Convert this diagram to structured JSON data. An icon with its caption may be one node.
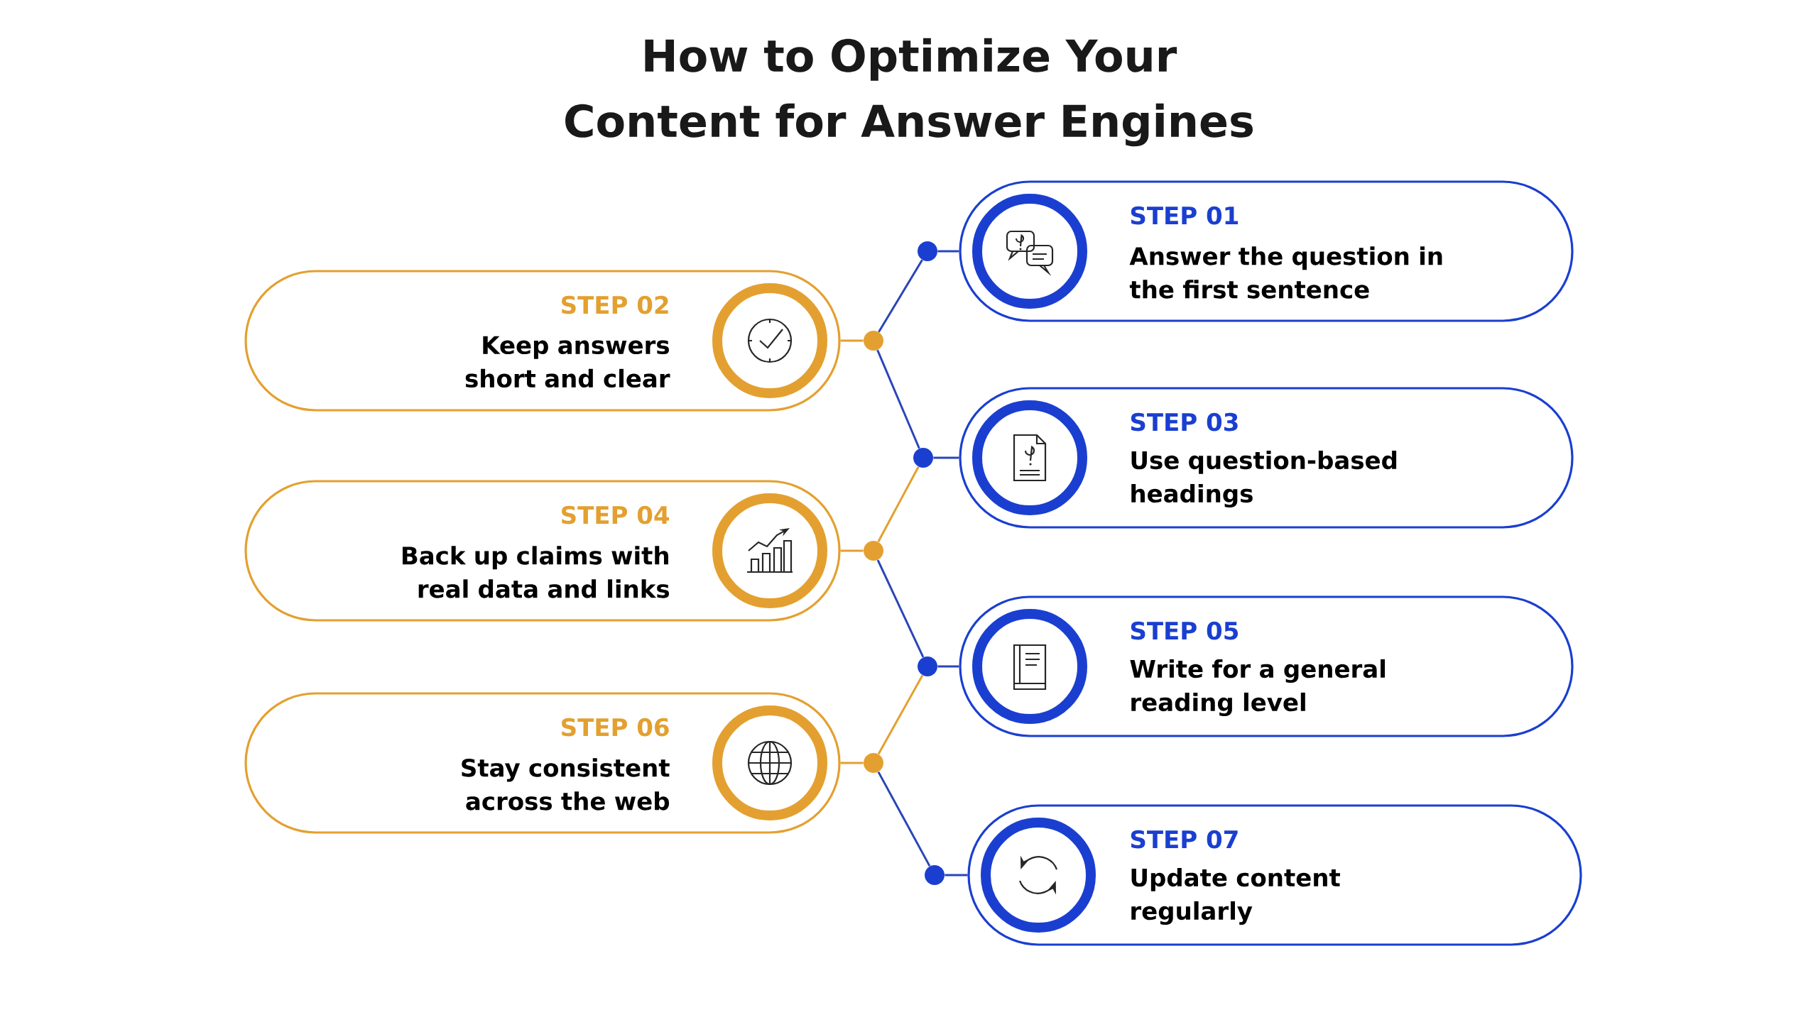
{
  "diagram": {
    "title": "How to Optimize Your Content for Answer Engines",
    "nodes": [
      {
        "text": [
          "STEP 01",
          "Answer the question in the first sentence"
        ]
      },
      {
        "text": [
          "STEP 02",
          "Keep answers short and clear"
        ]
      },
      {
        "text": [
          "STEP 03",
          "Use question-based headings"
        ]
      },
      {
        "text": [
          "STEP 04",
          "Back up claims with real data and links"
        ]
      },
      {
        "text": [
          "STEP 05",
          "Write for a general reading level"
        ]
      },
      {
        "text": [
          "STEP 06",
          "Stay consistent across the web"
        ]
      },
      {
        "text": [
          "STEP 07",
          "Update content regularly"
        ]
      },
      {
        "text": [],
        "shape": "circle"
      },
      {
        "text": [],
        "shape": "circle"
      },
      {
        "text": [],
        "shape": "circle"
      },
      {
        "text": [],
        "shape": "circle"
      },
      {
        "text": [],
        "shape": "circle"
      },
      {
        "text": [],
        "shape": "circle"
      },
      {
        "text": [],
        "shape": "circle"
      }
    ],
    "edges": [
      {
        "from": 0,
        "to": 7,
        "arrow": "none"
      },
      {
        "from": 1,
        "to": 8,
        "arrow": "none",
        "color": "#e3a030"
      },
      {
        "from": 2,
        "to": 9,
        "arrow": "none"
      },
      {
        "from": 3,
        "to": 10,
        "arrow": "none",
        "color": "#e3a030"
      },
      {
        "from": 4,
        "to": 11,
        "arrow": "none"
      },
      {
        "from": 5,
        "to": 12,
        "arrow": "none",
        "color": "#e3a030"
      },
      {
        "from": 6,
        "to": 13,
        "arrow": "none"
      },
      {
        "from": 7,
        "to": 8,
        "arrow": "none"
      },
      {
        "from": 8,
        "to": 9,
        "arrow": "none"
      },
      {
        "from": 9,
        "to": 10,
        "arrow": "none",
        "color": "#e3a030"
      },
      {
        "from": 10,
        "to": 11,
        "arrow": "none"
      },
      {
        "from": 11,
        "to": 12,
        "arrow": "none",
        "color": "#e3a030"
      },
      {
        "from": 12,
        "to": 13,
        "arrow": "none"
      }
    ]
  }
}
